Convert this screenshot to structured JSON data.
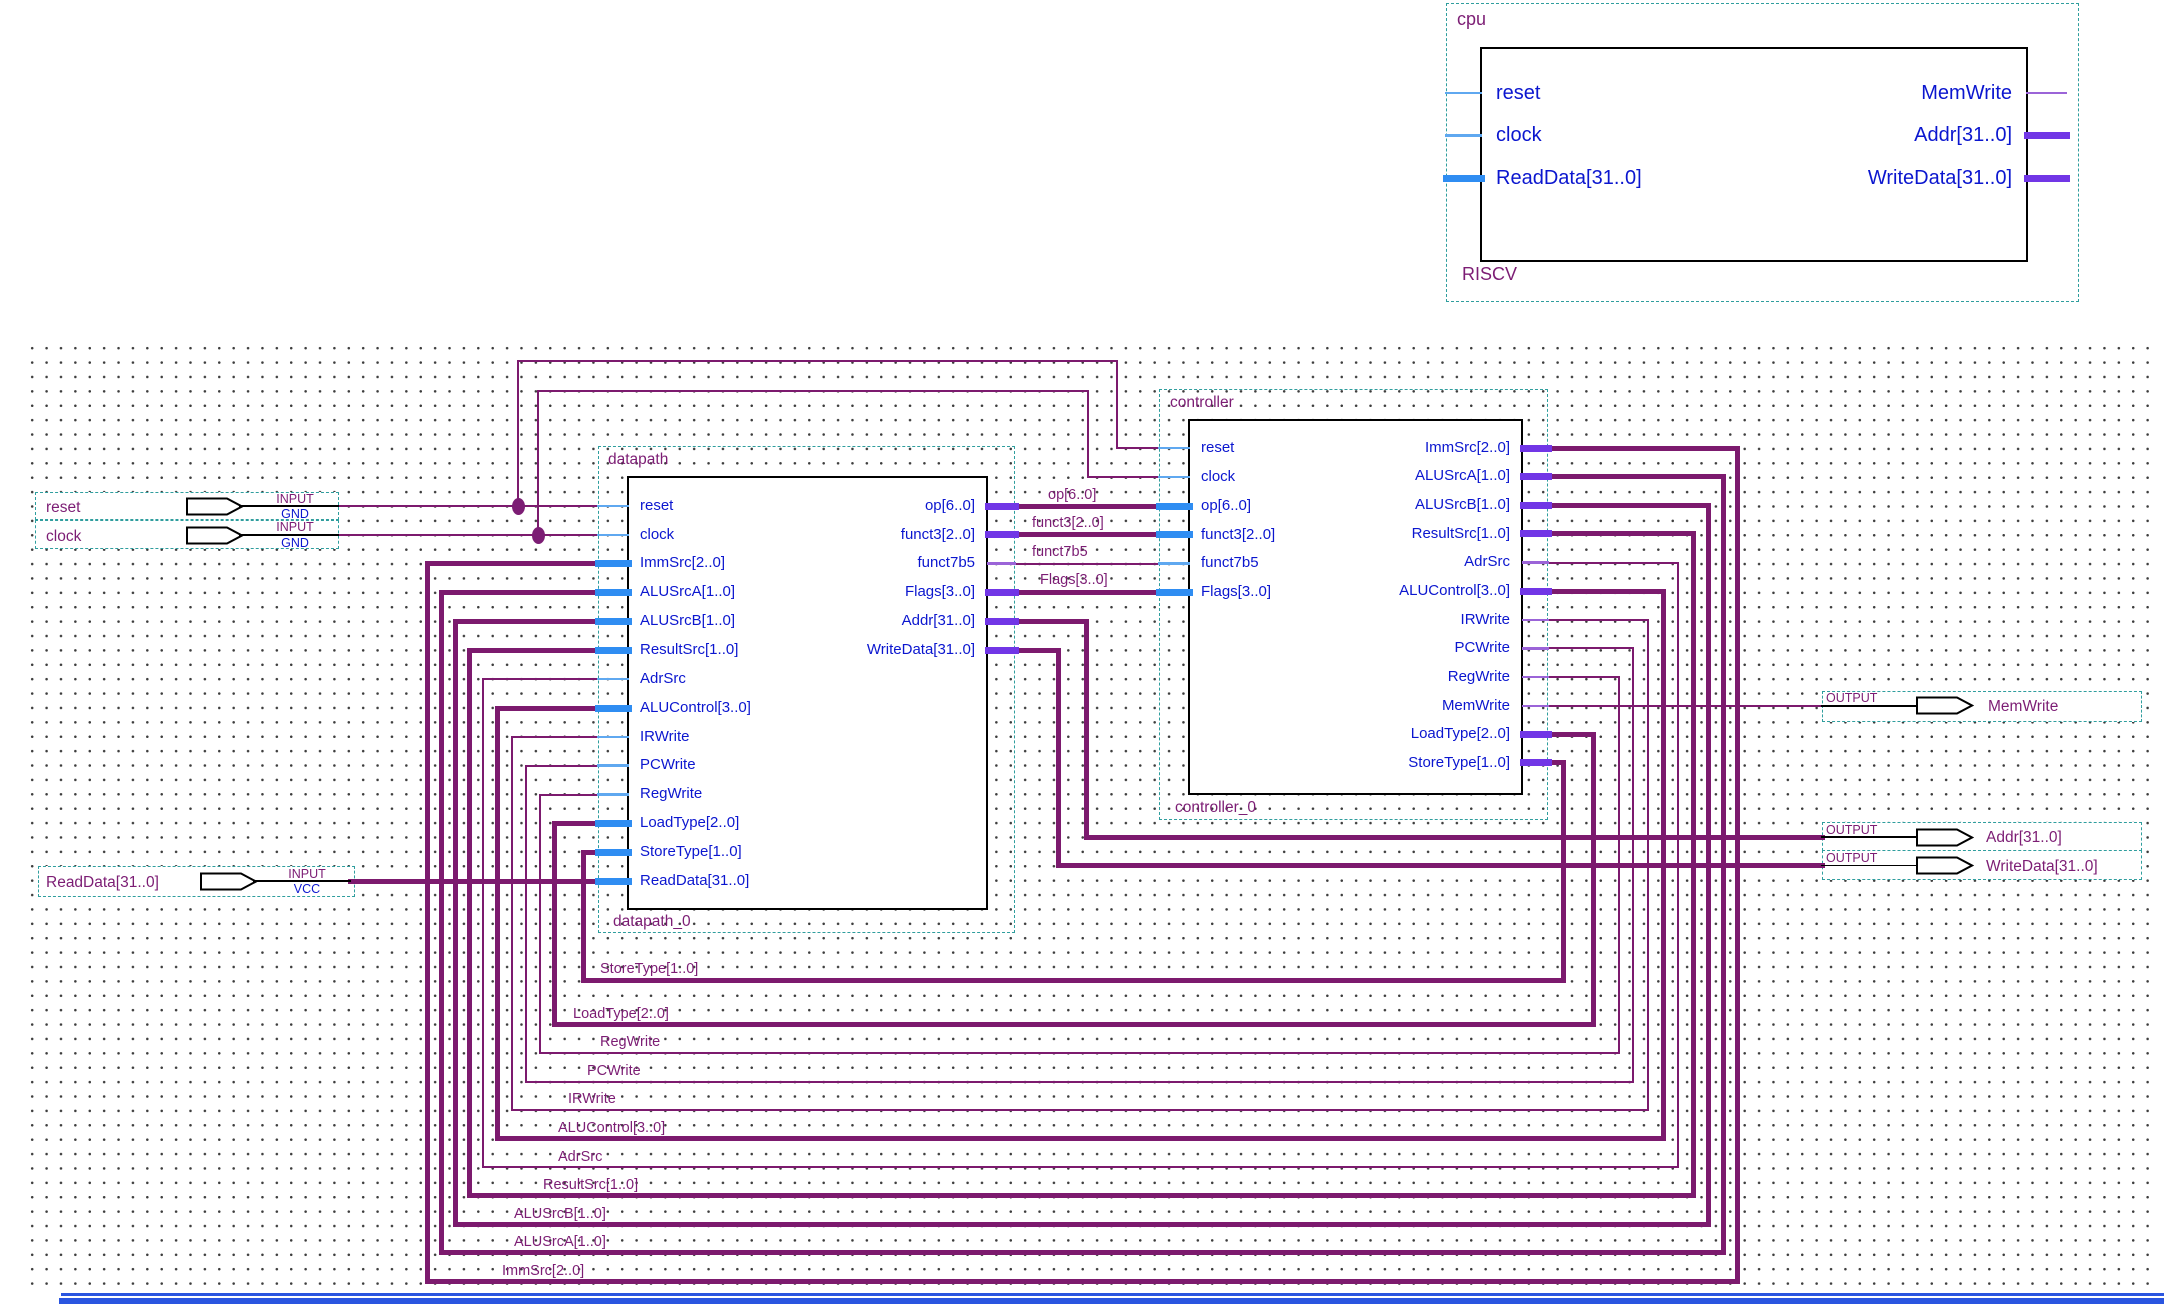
{
  "blocks": {
    "cpu": {
      "symbol": "cpu",
      "instance": "RISCV",
      "ports_left": [
        {
          "label": "reset",
          "bus": false
        },
        {
          "label": "clock",
          "bus": false
        },
        {
          "label": "ReadData[31..0]",
          "bus": true
        }
      ],
      "ports_right": [
        {
          "label": "MemWrite",
          "bus": false
        },
        {
          "label": "Addr[31..0]",
          "bus": true
        },
        {
          "label": "WriteData[31..0]",
          "bus": true
        }
      ]
    },
    "datapath": {
      "symbol": "datapath",
      "instance": "datapath_0",
      "ports_left": [
        {
          "label": "reset",
          "bus": false
        },
        {
          "label": "clock",
          "bus": false
        },
        {
          "label": "ImmSrc[2..0]",
          "bus": true
        },
        {
          "label": "ALUSrcA[1..0]",
          "bus": true
        },
        {
          "label": "ALUSrcB[1..0]",
          "bus": true
        },
        {
          "label": "ResultSrc[1..0]",
          "bus": true
        },
        {
          "label": "AdrSrc",
          "bus": false
        },
        {
          "label": "ALUControl[3..0]",
          "bus": true
        },
        {
          "label": "IRWrite",
          "bus": false
        },
        {
          "label": "PCWrite",
          "bus": false
        },
        {
          "label": "RegWrite",
          "bus": false
        },
        {
          "label": "LoadType[2..0]",
          "bus": true
        },
        {
          "label": "StoreType[1..0]",
          "bus": true
        },
        {
          "label": "ReadData[31..0]",
          "bus": true
        }
      ],
      "ports_right": [
        {
          "label": "op[6..0]",
          "bus": true
        },
        {
          "label": "funct3[2..0]",
          "bus": true
        },
        {
          "label": "funct7b5",
          "bus": false
        },
        {
          "label": "Flags[3..0]",
          "bus": true
        },
        {
          "label": "Addr[31..0]",
          "bus": true
        },
        {
          "label": "WriteData[31..0]",
          "bus": true
        }
      ]
    },
    "controller": {
      "symbol": "controller",
      "instance": "controller_0",
      "ports_left": [
        {
          "label": "reset",
          "bus": false
        },
        {
          "label": "clock",
          "bus": false
        },
        {
          "label": "op[6..0]",
          "bus": true
        },
        {
          "label": "funct3[2..0]",
          "bus": true
        },
        {
          "label": "funct7b5",
          "bus": false
        },
        {
          "label": "Flags[3..0]",
          "bus": true
        }
      ],
      "ports_right": [
        {
          "label": "ImmSrc[2..0]",
          "bus": true
        },
        {
          "label": "ALUSrcA[1..0]",
          "bus": true
        },
        {
          "label": "ALUSrcB[1..0]",
          "bus": true
        },
        {
          "label": "ResultSrc[1..0]",
          "bus": true
        },
        {
          "label": "AdrSrc",
          "bus": false
        },
        {
          "label": "ALUControl[3..0]",
          "bus": true
        },
        {
          "label": "IRWrite",
          "bus": false
        },
        {
          "label": "PCWrite",
          "bus": false
        },
        {
          "label": "RegWrite",
          "bus": false
        },
        {
          "label": "MemWrite",
          "bus": false
        },
        {
          "label": "LoadType[2..0]",
          "bus": true
        },
        {
          "label": "StoreType[1..0]",
          "bus": true
        }
      ]
    }
  },
  "input_pins": [
    {
      "name": "reset",
      "type": "INPUT",
      "value": "GND"
    },
    {
      "name": "clock",
      "type": "INPUT",
      "value": "GND"
    },
    {
      "name": "ReadData[31..0]",
      "type": "INPUT",
      "value": "VCC"
    }
  ],
  "output_pins": [
    {
      "name": "MemWrite",
      "type": "OUTPUT"
    },
    {
      "name": "Addr[31..0]",
      "type": "OUTPUT"
    },
    {
      "name": "WriteData[31..0]",
      "type": "OUTPUT"
    }
  ],
  "wire_labels": {
    "op": "op[6..0]",
    "funct3": "funct3[2..0]",
    "funct7b5": "funct7b5",
    "flags": "Flags[3..0]",
    "storetype": "StoreType[1..0]",
    "loadtype": "LoadType[2..0]",
    "regwrite": "RegWrite",
    "pcwrite": "PCWrite",
    "irwrite": "IRWrite",
    "alucontrol": "ALUControl[3..0]",
    "adrsrc": "AdrSrc",
    "resultsrc": "ResultSrc[1..0]",
    "alusrcb": "ALUSrcB[1..0]",
    "alusrca": "ALUSrcA[1..0]",
    "immsrc": "ImmSrc[2..0]"
  },
  "colors": {
    "wire": "#7c1a6e",
    "stub_in_thick": "#2f8df2",
    "stub_in_thin": "#5fa8f0",
    "stub_out_thick": "#7136e6",
    "stub_out_thin": "#9b64d8",
    "text_blue": "#0b16cf",
    "text_purple": "#7c1d74",
    "dash_teal": "#2f9e9e",
    "sheet_bar_blue": "#2a55e0"
  }
}
